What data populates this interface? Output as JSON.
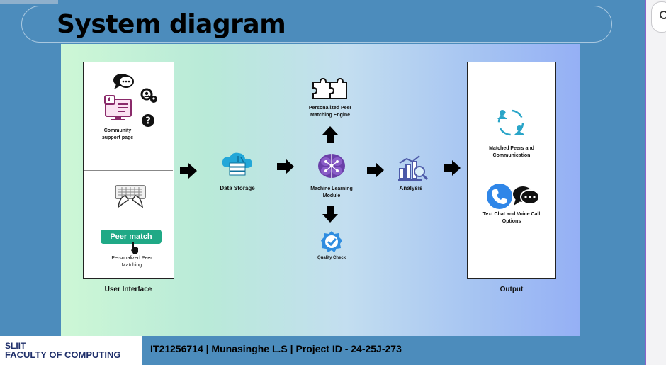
{
  "slide": {
    "title": "System diagram",
    "footer": {
      "logo_line1": "SLIIT",
      "logo_line2": "FACULTY OF COMPUTING",
      "text": "IT21256714 | Munasinghe L.S | Project ID - 24-25J-273"
    }
  },
  "diagram": {
    "user_interface": {
      "caption": "User Interface",
      "community_label": "Community support page",
      "peer_match_button": "Peer match",
      "peer_match_label": "Personalized Peer Matching"
    },
    "data_storage": "Data Storage",
    "matching_engine": "Personalized Peer Matching Engine",
    "ml_module": "Machine Learning Module",
    "quality_check": "Quality Check",
    "analysis": "Analysis",
    "output": {
      "caption": "Output",
      "matched_label": "Matched Peers and Communication",
      "chat_label": "Text Chat and Voice Call Options"
    }
  },
  "colors": {
    "slide_background": "#4c8cbc",
    "peer_match_button": "#1fa986",
    "right_panel_border": "#8a64c8"
  },
  "icons": [
    "chat-bubbles-icon",
    "computer-like-icon",
    "search-people-icon",
    "question-icon",
    "keyboard-hands-icon",
    "pointer-hand-icon",
    "cloud-database-icon",
    "puzzle-icon",
    "brain-icon",
    "check-badge-icon",
    "analytics-icon",
    "people-network-icon",
    "phone-icon",
    "chat-icon",
    "arrow-right-icon",
    "arrow-up-icon",
    "arrow-down-icon",
    "search-icon"
  ]
}
